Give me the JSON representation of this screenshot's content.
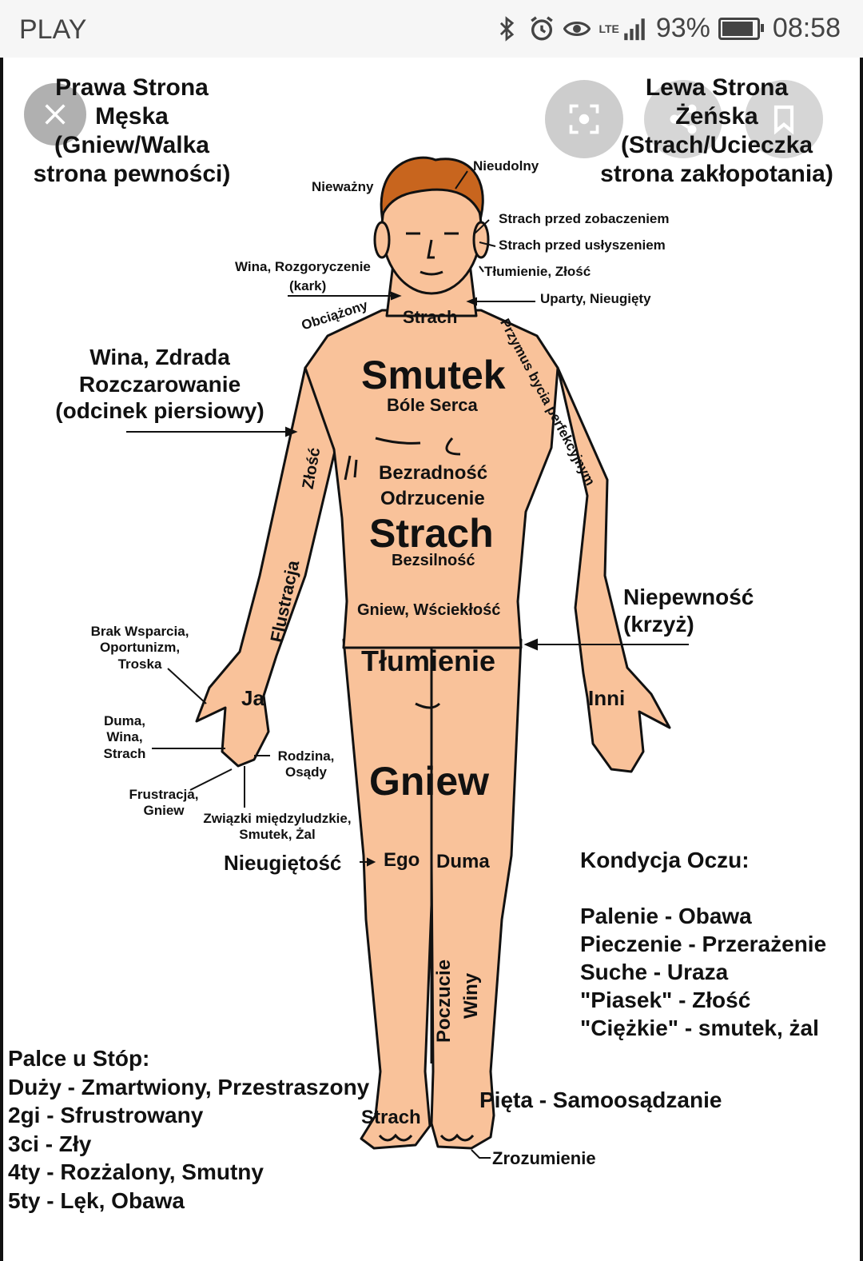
{
  "status_bar": {
    "carrier": "PLAY",
    "battery": "93%",
    "time": "08:58",
    "network": "LTE",
    "icons": [
      "bluetooth-icon",
      "alarm-icon",
      "eye-icon",
      "signal-icon",
      "battery-icon"
    ]
  },
  "viewer": {
    "icons": [
      "close-icon",
      "lens-search-icon",
      "share-icon",
      "bookmark-icon"
    ]
  },
  "diagram": {
    "right_side": [
      "Prawa Strona",
      "Męska",
      "(Gniew/Walka",
      "strona pewności)"
    ],
    "left_side": [
      "Lewa Strona",
      "Żeńska",
      "(Strach/Ucieczka",
      "strona zakłopotania)"
    ],
    "head_labels": {
      "niewazny": "Nieważny",
      "nieudolny": "Nieudolny",
      "strach_zobaczeniem": "Strach przed zobaczeniem",
      "strach_uslyszeniem": "Strach przed usłyszeniem",
      "tlumienie_zlosc": "Tłumienie, Złość",
      "wina_kark_1": "Wina, Rozgoryczenie",
      "wina_kark_2": "(kark)",
      "uparty": "Uparty, Nieugięty",
      "obciazony": "Obciążony",
      "strach_neck": "Strach",
      "przymus": "Przymus bycia perfekcyjnym"
    },
    "chest": {
      "wina_zdrada": [
        "Wina, Zdrada",
        "Rozczarowanie",
        "(odcinek piersiowy)"
      ],
      "smutek": "Smutek",
      "bole_serca": "Bóle Serca",
      "zlosc": "Złość",
      "bezradnosc": "Bezradność",
      "odrzucenie": "Odrzucenie",
      "strach": "Strach",
      "bezsilnosc": "Bezsilność",
      "flustracja": "Flustracja",
      "gniew_wscieklosc": "Gniew, Wściekłość",
      "tlumienie": "Tłumienie",
      "niepewnosc": [
        "Niepewność",
        "(krzyż)"
      ]
    },
    "hands": {
      "brak_wsparcia": [
        "Brak Wsparcia,",
        "Oportunizm,",
        "Troska"
      ],
      "ja": "Ja",
      "inni": "Inni",
      "duma_wina": [
        "Duma,",
        "Wina,",
        "Strach"
      ],
      "rodzina": [
        "Rodzina,",
        "Osądy"
      ],
      "frustracja": [
        "Frustracja,",
        "Gniew"
      ],
      "zwiazki": [
        "Związki międzyludzkie,",
        "Smutek, Żal"
      ]
    },
    "legs": {
      "gniew": "Gniew",
      "nieugietosc": "Nieugiętość",
      "ego": "Ego",
      "duma": "Duma",
      "poczucie": "Poczucie",
      "winy": "Winy",
      "strach_feet": "Strach",
      "pieta": "Pięta - Samoosądzanie",
      "zrozumienie": "Zrozumienie"
    },
    "eyes": {
      "title": "Kondycja Oczu:",
      "items": [
        "Palenie - Obawa",
        "Pieczenie - Przerażenie",
        "Suche - Uraza",
        "\"Piasek\" - Złość",
        "\"Ciężkie\" - smutek, żal"
      ]
    },
    "toes": {
      "title": "Palce u Stóp:",
      "items": [
        "Duży - Zmartwiony, Przestraszony",
        "2gi - Sfrustrowany",
        "3ci - Zły",
        "4ty - Rozżalony, Smutny",
        "5ty - Lęk, Obawa"
      ]
    },
    "colors": {
      "skin": "#f9c29a",
      "hair": "#c8651e",
      "outline": "#111111"
    }
  }
}
